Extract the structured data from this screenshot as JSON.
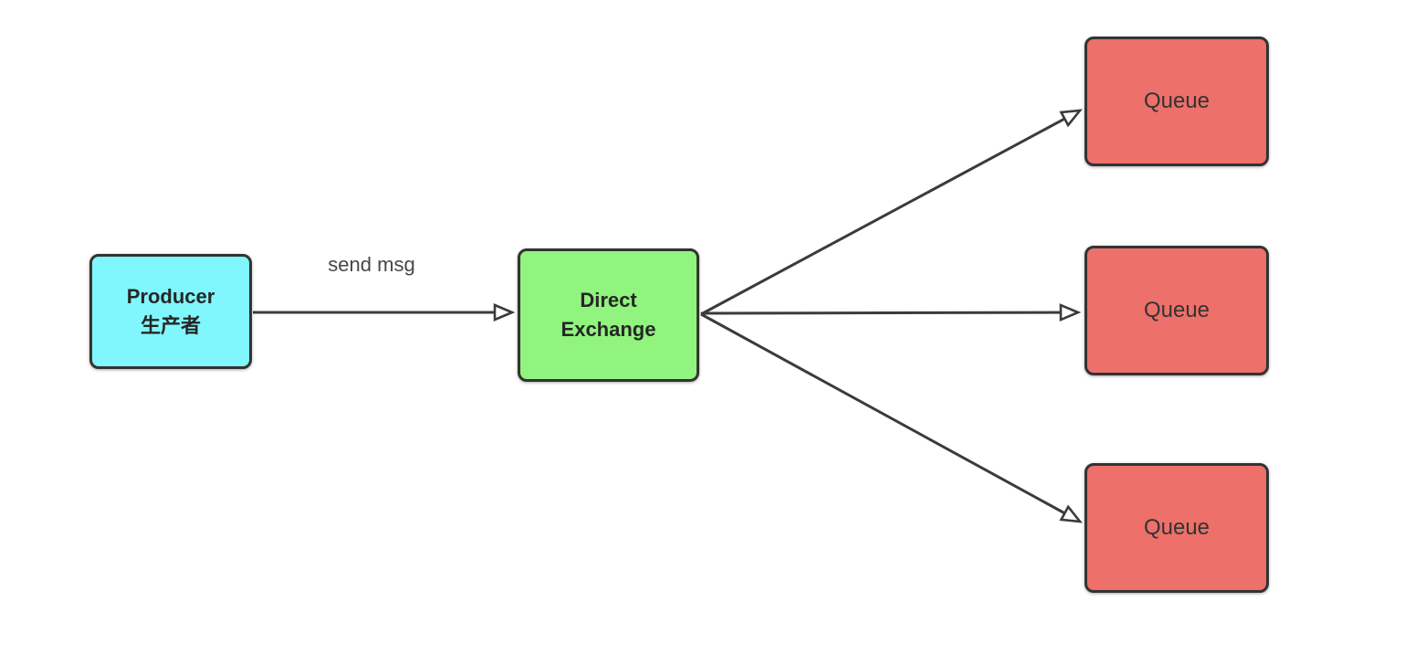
{
  "nodes": {
    "producer": {
      "line1": "Producer",
      "line2": "生产者"
    },
    "exchange": {
      "line1": "Direct",
      "line2": "Exchange"
    },
    "queues": [
      {
        "label": "Queue"
      },
      {
        "label": "Queue"
      },
      {
        "label": "Queue"
      }
    ]
  },
  "edges": {
    "send_msg_label": "send msg"
  },
  "colors": {
    "producer_fill": "#80F7FC",
    "exchange_fill": "#90F47E",
    "queue_fill": "#ED706A",
    "border": "#333333",
    "line": "#3B3B3B",
    "text": "#262626",
    "label_text": "#474747",
    "background": "#FFFFFF"
  }
}
